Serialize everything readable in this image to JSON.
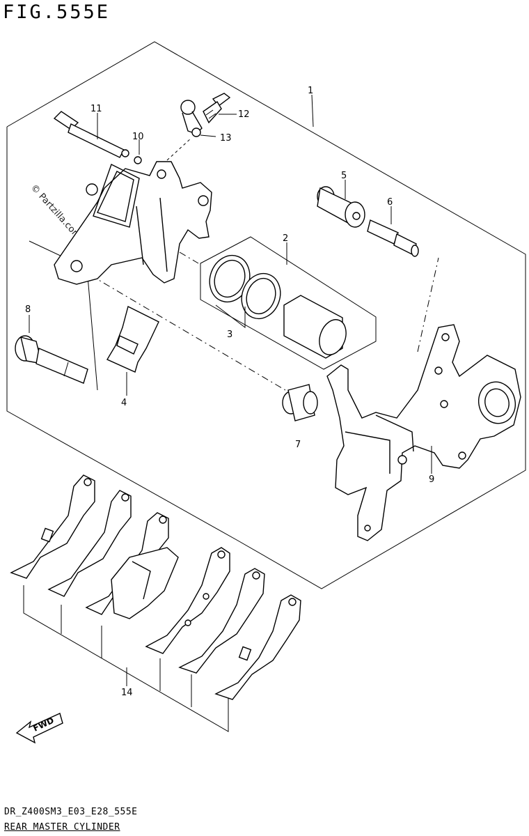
{
  "figure": {
    "title": "FIG.555E",
    "code": "DR_Z400SM3_E03_E28_555E",
    "subtitle": "REAR MASTER CYLINDER",
    "watermark": "© Partzilla.com",
    "fwd_label": "FWD"
  },
  "parts": [
    {
      "number": "1",
      "label": "1"
    },
    {
      "number": "2",
      "label": "2"
    },
    {
      "number": "3",
      "label": "3"
    },
    {
      "number": "4",
      "label": "4"
    },
    {
      "number": "5",
      "label": "5"
    },
    {
      "number": "6",
      "label": "6"
    },
    {
      "number": "7",
      "label": "7"
    },
    {
      "number": "8",
      "label": "8"
    },
    {
      "number": "9",
      "label": "9"
    },
    {
      "number": "10",
      "label": "10"
    },
    {
      "number": "11",
      "label": "11"
    },
    {
      "number": "12",
      "label": "12"
    },
    {
      "number": "13",
      "label": "13"
    },
    {
      "number": "14",
      "label": "14"
    }
  ]
}
